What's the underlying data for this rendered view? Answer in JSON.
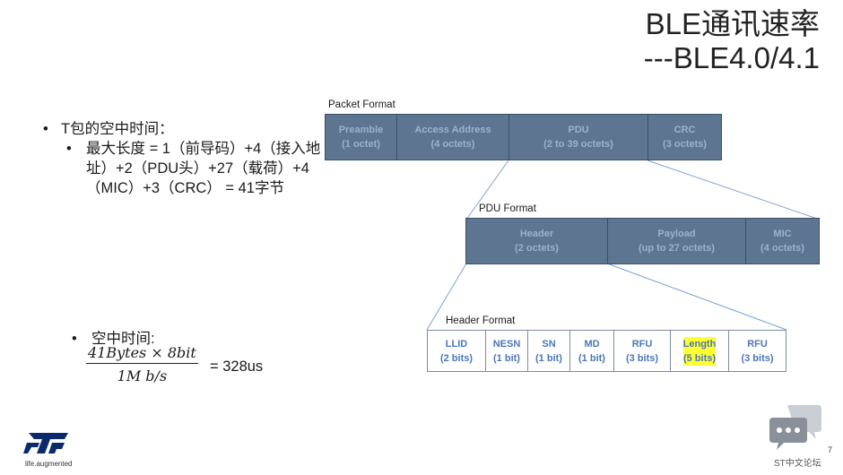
{
  "title": {
    "line1": "BLE通讯速率",
    "line2": "---BLE4.0/4.1"
  },
  "bullets": {
    "item1": "T包的空中时间：",
    "item1_sub": "最大长度 = 1（前导码）+4（接入地址）+2（PDU头）+27（载荷）+4（MIC）+3（CRC） = 41字节",
    "item2": "空中时间:",
    "formula_numerator": "41Bytes × 8bit",
    "formula_denominator": "1M b/s",
    "formula_result": "= 328us"
  },
  "packet_format": {
    "label": "Packet Format",
    "fields": [
      {
        "name": "Preamble",
        "size": "(1 octet)"
      },
      {
        "name": "Access Address",
        "size": "(4 octets)"
      },
      {
        "name": "PDU",
        "size": "(2 to 39 octets)"
      },
      {
        "name": "CRC",
        "size": "(3 octets)"
      }
    ]
  },
  "pdu_format": {
    "label": "PDU Format",
    "fields": [
      {
        "name": "Header",
        "size": "(2 octets)"
      },
      {
        "name": "Payload",
        "size": "(up to 27 octets)"
      },
      {
        "name": "MIC",
        "size": "(4 octets)"
      }
    ]
  },
  "header_format": {
    "label": "Header Format",
    "fields": [
      {
        "name": "LLID",
        "size": "(2 bits)"
      },
      {
        "name": "NESN",
        "size": "(1 bit)"
      },
      {
        "name": "SN",
        "size": "(1 bit)"
      },
      {
        "name": "MD",
        "size": "(1 bit)"
      },
      {
        "name": "RFU",
        "size": "(3 bits)"
      },
      {
        "name": "Length",
        "size": "(5 bits)",
        "highlighted": true
      },
      {
        "name": "RFU",
        "size": "(3 bits)"
      }
    ]
  },
  "footer": {
    "tagline": "life.augmented",
    "page_number": "7",
    "forum": "ST中文论坛"
  },
  "colors": {
    "box_dark": "#5d7591",
    "box_text": "#9cb2cb",
    "light_text": "#4a77b8",
    "highlight": "#ffff33"
  }
}
